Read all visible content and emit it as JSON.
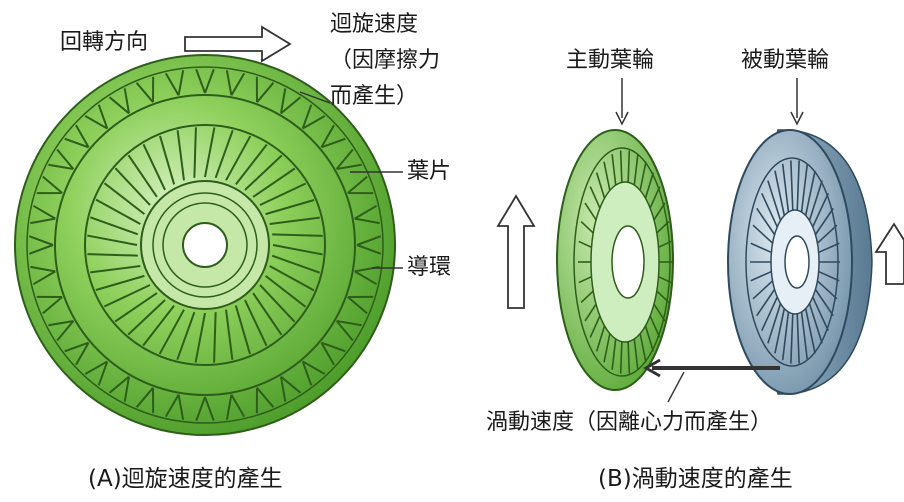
{
  "left_labels": {
    "rotation_direction": "回轉方向",
    "circulation_speed": "迴旋速度",
    "friction_line1": "（因摩擦力",
    "friction_line2": "而產生）",
    "blade": "葉片",
    "guide_ring": "導環"
  },
  "right_labels": {
    "driving_impeller": "主動葉輪",
    "driven_impeller": "被動葉輪",
    "vortex_speed": "渦動速度（因離心力而產生）"
  },
  "captions": {
    "a": "(A)迴旋速度的產生",
    "b": "(B)渦動速度的產生"
  },
  "colors": {
    "green_main": "#7cc444",
    "green_light": "#c9eab0",
    "green_dark": "#3e8a22",
    "blue_main": "#8fb0c6",
    "blue_light": "#d2e2ec",
    "blue_dark": "#4f6f86",
    "ink": "#1a1a1a"
  }
}
